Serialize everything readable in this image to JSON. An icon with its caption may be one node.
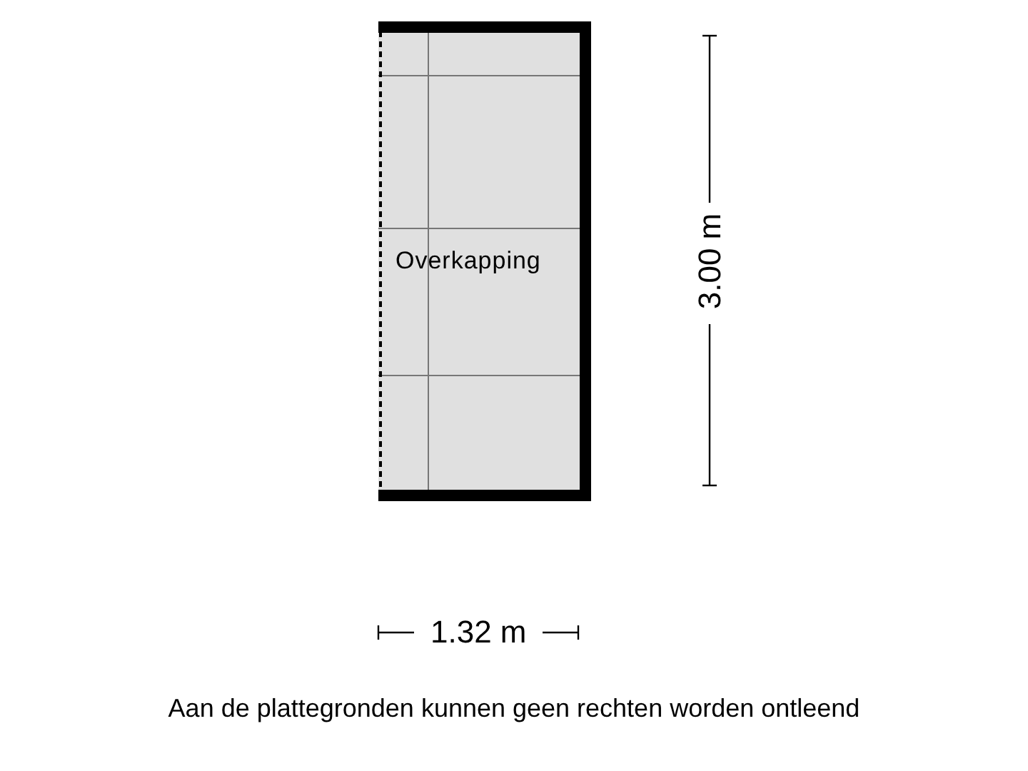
{
  "diagram": {
    "caption": "Aan de plattegronden kunnen geen rechten worden ontleend",
    "nodes": [
      {
        "text": [
          "Overkapping"
        ]
      }
    ],
    "labels": [
      "3.00 m",
      "1.32 m"
    ]
  }
}
